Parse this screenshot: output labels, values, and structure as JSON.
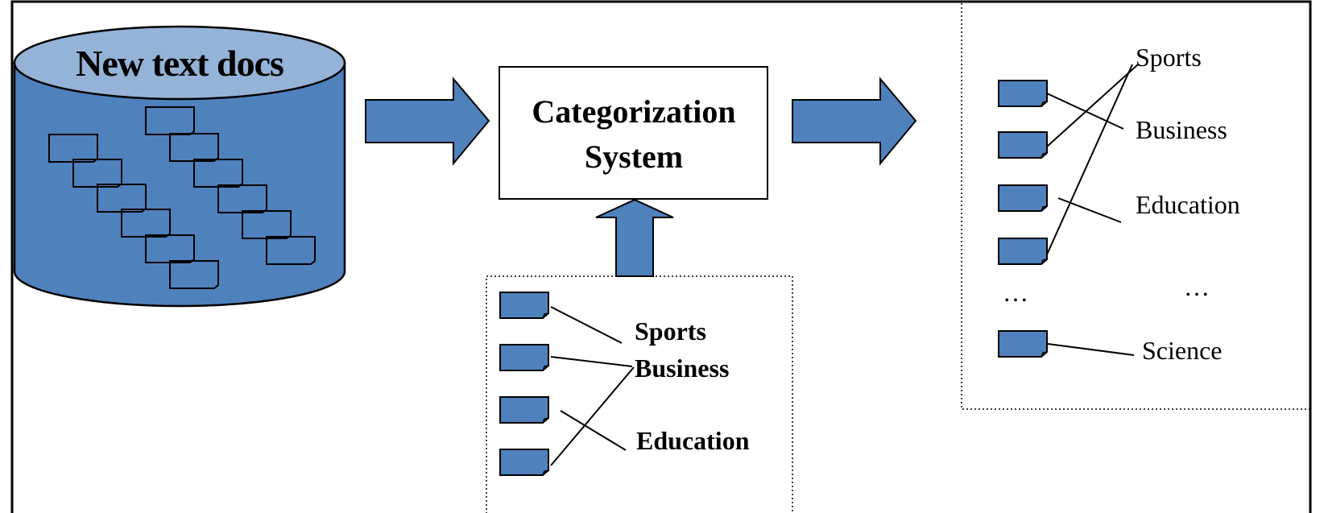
{
  "diagram": {
    "database": {
      "label": "New text docs"
    },
    "system": {
      "line1": "Categorization",
      "line2": "System"
    },
    "training_labels": [
      "Sports",
      "Business",
      "Education"
    ],
    "output_labels": [
      "Sports",
      "Business",
      "Education",
      "Science"
    ],
    "ellipsis": "…",
    "colors": {
      "fill": "#4f81bd",
      "cylinder_top": "#95b3d7",
      "stroke": "#000000"
    }
  }
}
